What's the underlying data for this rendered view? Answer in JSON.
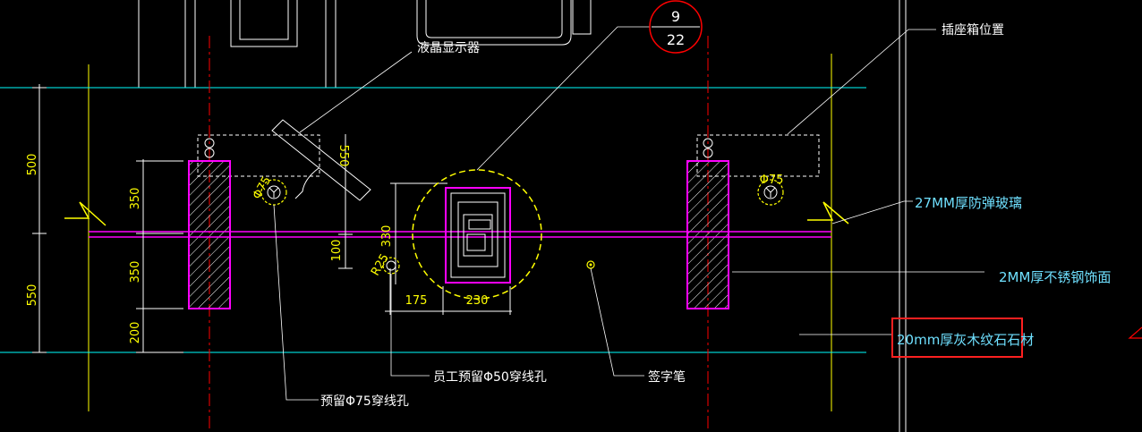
{
  "drawing": {
    "colors": {
      "background": "#000000",
      "cyan": "#00ffff",
      "magenta": "#ff00ff",
      "yellow": "#ffff00",
      "red": "#ff0000",
      "white": "#ffffff",
      "highlight_box": "#ff2020"
    },
    "detail_bubble": {
      "top": "9",
      "bottom": "22"
    },
    "labels": {
      "lcd": "液晶显示器",
      "socket_box": "插座箱位置",
      "glass": "27MM厚防弹玻璃",
      "steel": "2MM厚不锈钢饰面",
      "stone": "20mm厚灰木纹石石材",
      "staff_hole": "员工预留Φ50穿线孔",
      "pen": "签字笔",
      "hole75": "预留Φ75穿线孔"
    },
    "dimensions": {
      "left_500": "500",
      "left_550": "550",
      "d350_top": "350",
      "d350_bottom": "350",
      "d200": "200",
      "d550": "550",
      "d100": "100",
      "d330": "330",
      "d175": "175",
      "d230": "230",
      "r25": "R25",
      "phi75_left": "Φ75",
      "phi75_right": "Φ75"
    }
  }
}
